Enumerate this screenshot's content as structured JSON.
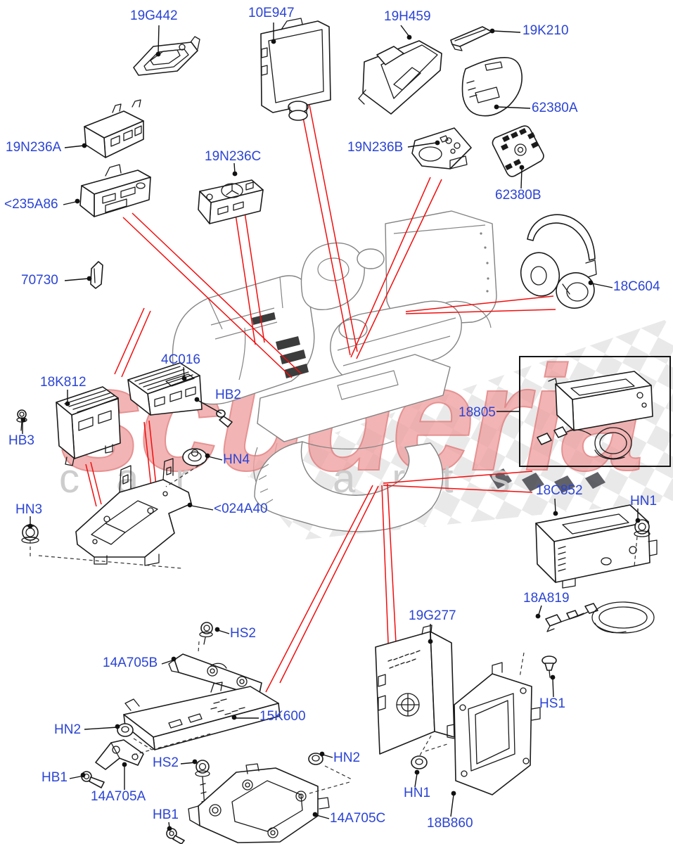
{
  "diagram_title": "Family entertainment system parts diagram",
  "watermark": {
    "brand": "scuderia",
    "tagline": "car parts"
  },
  "colors": {
    "label_blue": "#2b44d4",
    "leader_black": "#111111",
    "assembly_red": "#f20d0d",
    "car_line_gray": "#838383",
    "watermark_red": "#efa2a2",
    "watermark_gray": "#cbcbcb",
    "checker_gray": "#e6e6e6"
  },
  "kit_box_part": "18805",
  "labels": [
    {
      "id": "19G442",
      "text": "19G442"
    },
    {
      "id": "10E947",
      "text": "10E947"
    },
    {
      "id": "19H459",
      "text": "19H459"
    },
    {
      "id": "19K210",
      "text": "19K210"
    },
    {
      "id": "62380A",
      "text": "62380A"
    },
    {
      "id": "19N236A",
      "text": "19N236A"
    },
    {
      "id": "19N236C",
      "text": "19N236C"
    },
    {
      "id": "<235A86",
      "text": "<235A86"
    },
    {
      "id": "19N236B",
      "text": "19N236B"
    },
    {
      "id": "62380B",
      "text": "62380B"
    },
    {
      "id": "70730",
      "text": "70730"
    },
    {
      "id": "18C604",
      "text": "18C604"
    },
    {
      "id": "4C016",
      "text": "4C016"
    },
    {
      "id": "18K812",
      "text": "18K812"
    },
    {
      "id": "HB2",
      "text": "HB2"
    },
    {
      "id": "HB3",
      "text": "HB3"
    },
    {
      "id": "HN4",
      "text": "HN4"
    },
    {
      "id": "18805",
      "text": "18805"
    },
    {
      "id": "HN3",
      "text": "HN3"
    },
    {
      "id": "<024A40",
      "text": "<024A40"
    },
    {
      "id": "18C852",
      "text": "18C852"
    },
    {
      "id": "HN1-right",
      "text": "HN1"
    },
    {
      "id": "18A819",
      "text": "18A819"
    },
    {
      "id": "HS2-upper",
      "text": "HS2"
    },
    {
      "id": "14A705B",
      "text": "14A705B"
    },
    {
      "id": "19G277",
      "text": "19G277"
    },
    {
      "id": "HS1",
      "text": "HS1"
    },
    {
      "id": "15K600",
      "text": "15K600"
    },
    {
      "id": "HN2-left",
      "text": "HN2"
    },
    {
      "id": "HB1-left",
      "text": "HB1"
    },
    {
      "id": "14A705A",
      "text": "14A705A"
    },
    {
      "id": "HS2-lower",
      "text": "HS2"
    },
    {
      "id": "HB1-lower",
      "text": "HB1"
    },
    {
      "id": "HN2-mid",
      "text": "HN2"
    },
    {
      "id": "HN1-lower",
      "text": "HN1"
    },
    {
      "id": "14A705C",
      "text": "14A705C"
    },
    {
      "id": "18B860",
      "text": "18B860"
    }
  ]
}
